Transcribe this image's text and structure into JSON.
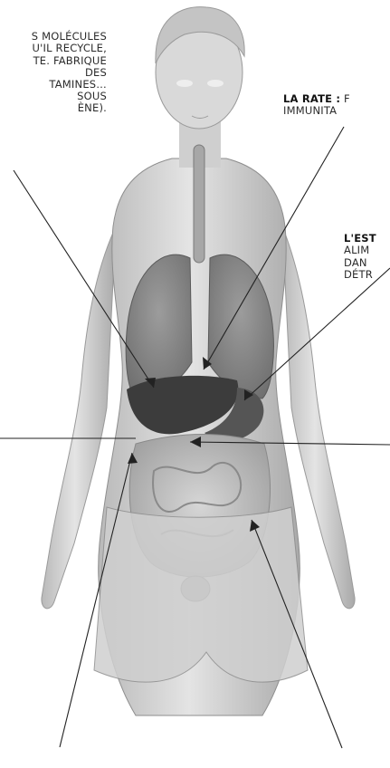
{
  "labels": {
    "liver": {
      "text": "S MOLÉCULES\nU'IL RECYCLE,\nTE. FABRIQUE\nDES\nTAMINES…\nSOUS\nÈNE)."
    },
    "spleen": {
      "title": "LA RATE :",
      "text": " F\nIMMUNITA"
    },
    "stomach": {
      "title": "L'EST",
      "text": "\nALIM\nDAN\nDÉTR"
    }
  },
  "colors": {
    "skin": "#d3d3d3",
    "skin_shadow": "#9a9a9a",
    "lungs": "#8a8a8a",
    "liver": "#3c3c3c",
    "intestine": "#bdbdbd",
    "pointer": "#222222"
  }
}
